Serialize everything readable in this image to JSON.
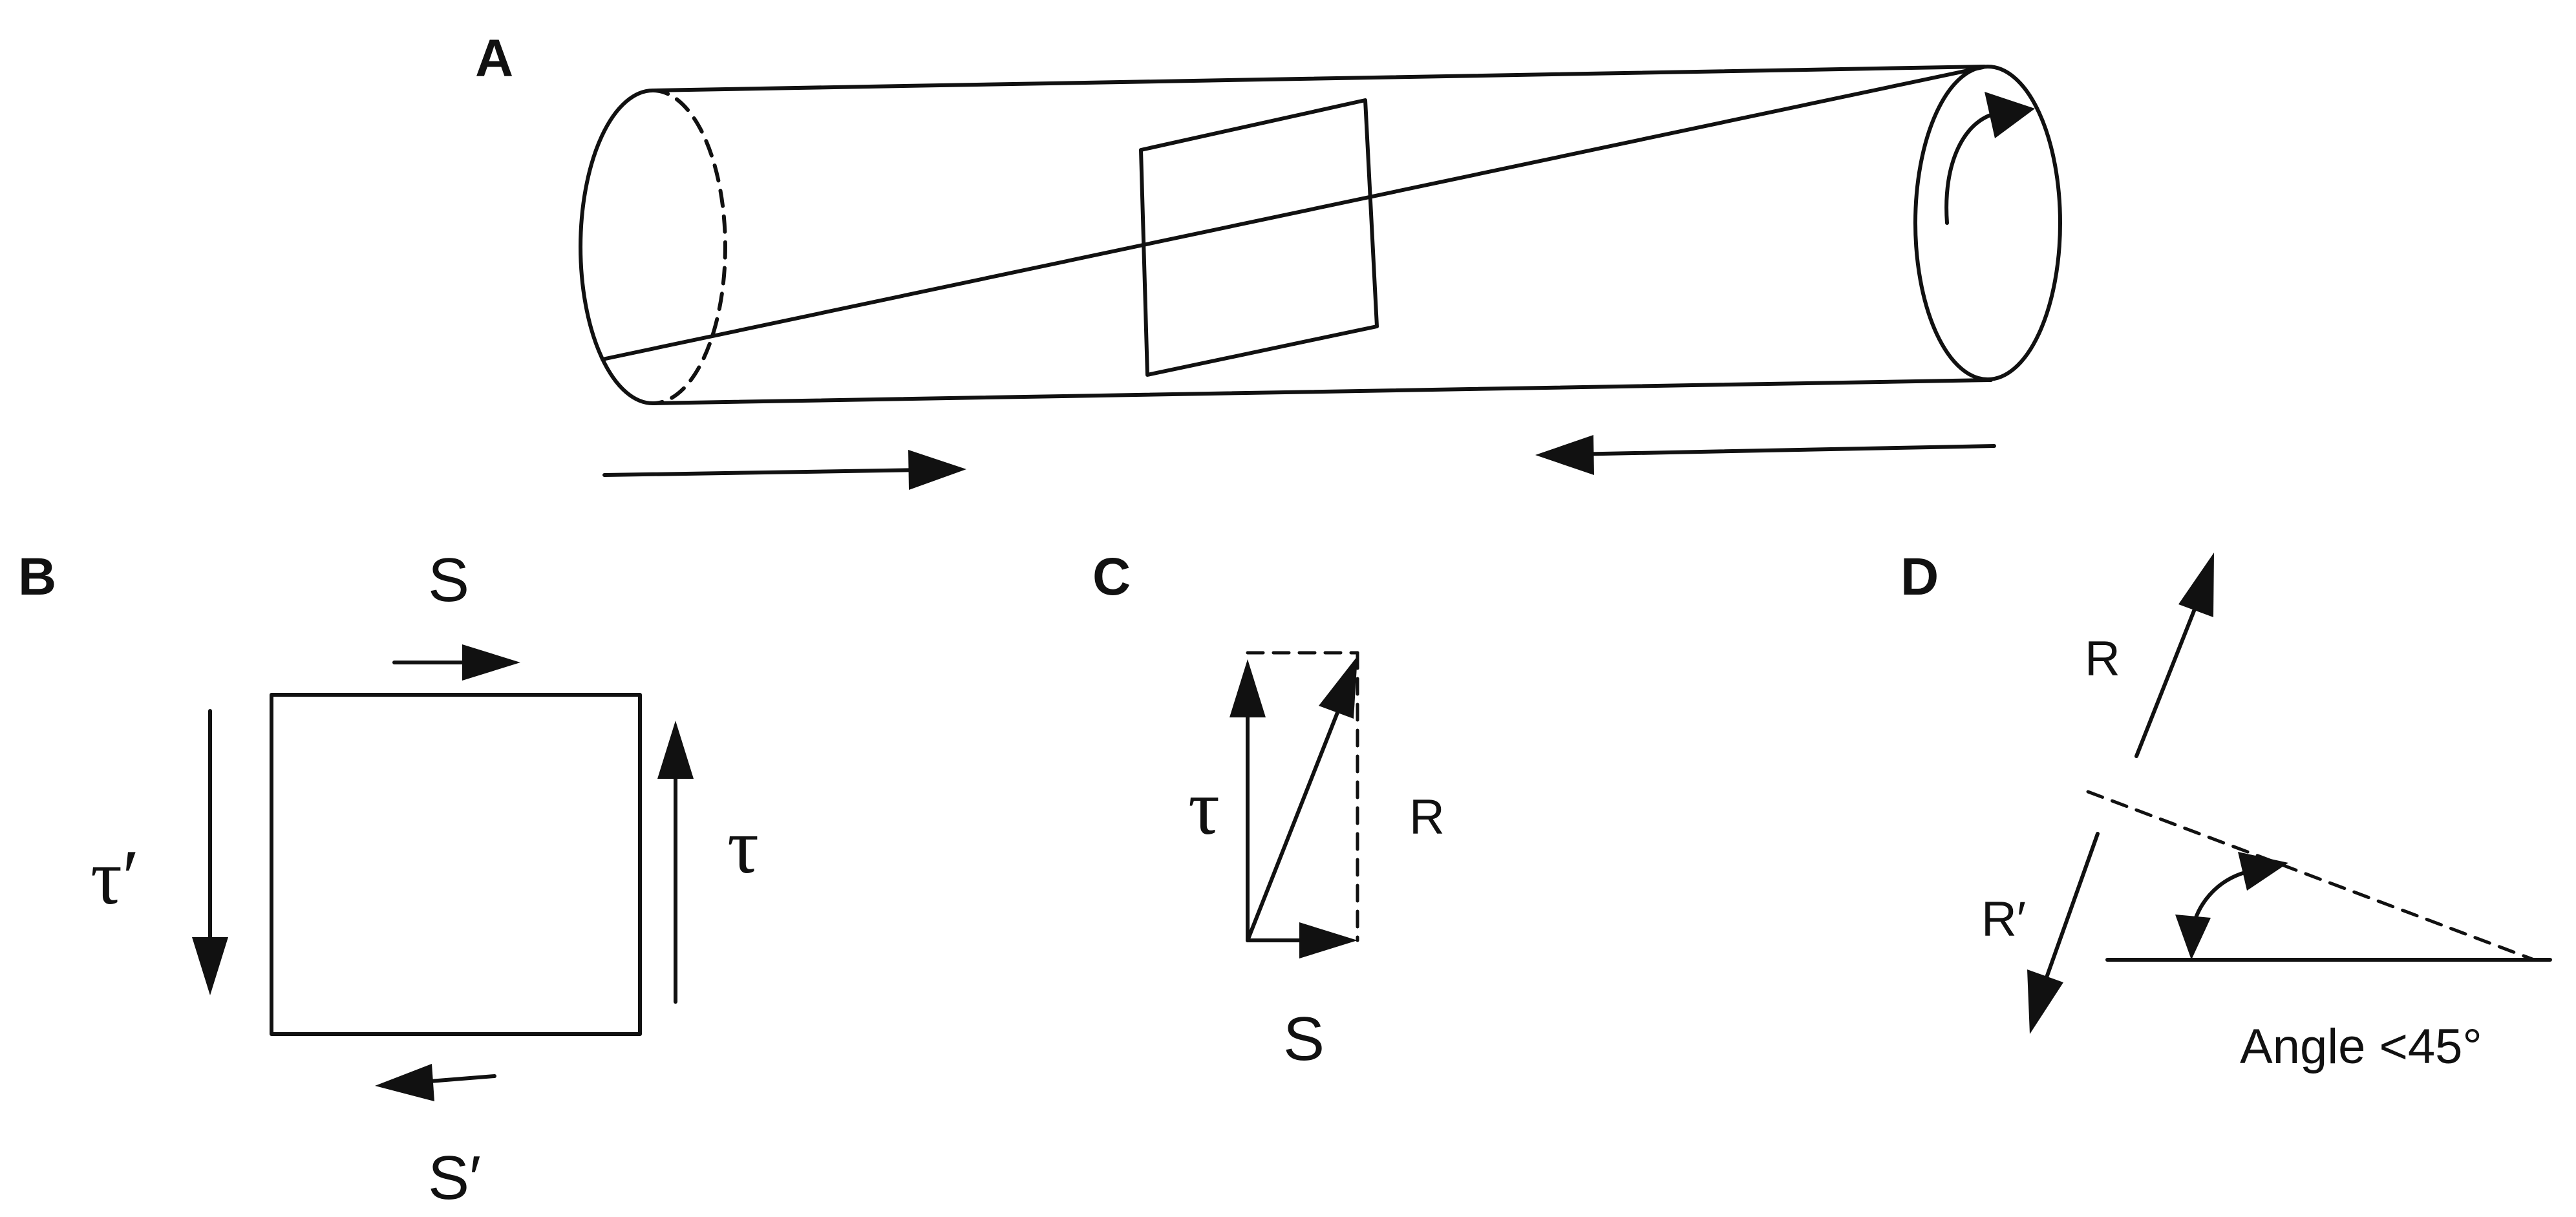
{
  "panels": {
    "a": {
      "letter": "A"
    },
    "b": {
      "letter": "B",
      "label_top": "S",
      "label_bottom": "S′",
      "label_left": "τ′",
      "label_right": "τ"
    },
    "c": {
      "letter": "C",
      "label_tau": "τ",
      "label_r": "R",
      "label_s": "S"
    },
    "d": {
      "letter": "D",
      "label_r": "R",
      "label_r_prime": "R′",
      "angle_label": "Angle <45°"
    }
  },
  "style": {
    "ink_color": "#111111",
    "background": "#ffffff"
  }
}
